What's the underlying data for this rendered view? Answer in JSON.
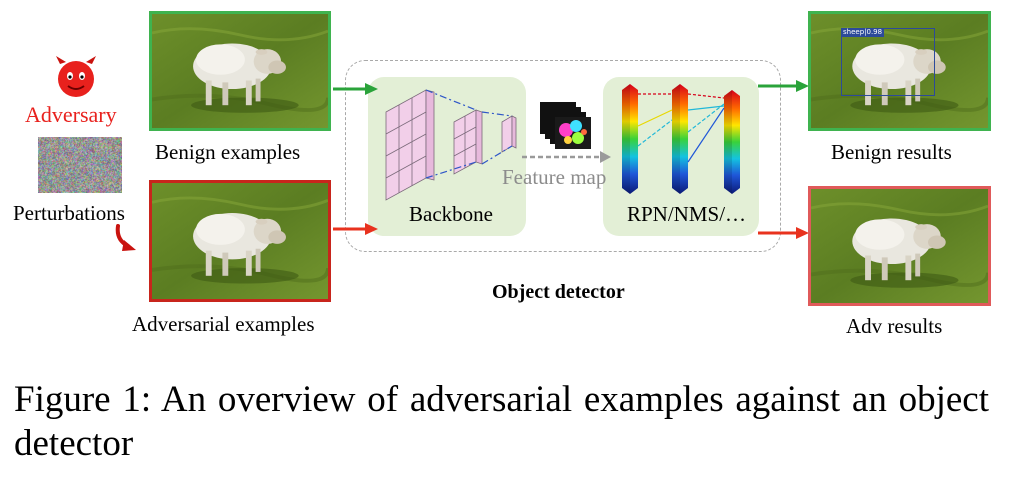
{
  "labels": {
    "adversary": "Adversary",
    "perturbations": "Perturbations",
    "benign_examples": "Benign examples",
    "adversarial_examples": "Adversarial examples",
    "backbone": "Backbone",
    "feature_map": "Feature map",
    "rpn_nms": "RPN/NMS/…",
    "object_detector": "Object detector",
    "benign_results": "Benign results",
    "adv_results": "Adv results",
    "detection_tag": "sheep|0.98"
  },
  "caption": "Figure 1: An overview of adversarial examples against an object detector",
  "colors": {
    "benign": "#3fb34f",
    "adversarial": "#e8321e",
    "adversary_text": "#e8211d",
    "panel": "#e3efd6",
    "detector_border": "#a9a9a9",
    "bbox": "#2c4a9a"
  },
  "icons": [
    "devil-face-icon",
    "noise-pattern",
    "curved-arrow-icon",
    "sheep-photo",
    "feature-map-stack",
    "rainbow-column"
  ]
}
